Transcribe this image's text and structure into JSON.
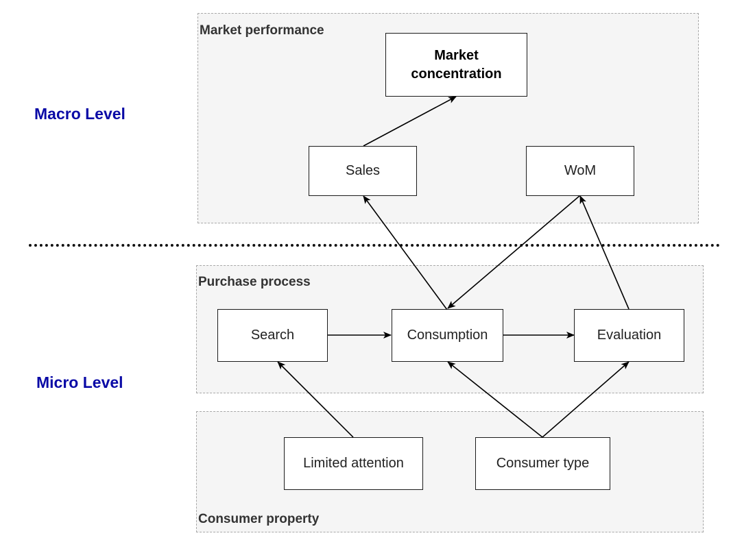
{
  "levels": {
    "macro": "Macro Level",
    "micro": "Micro Level"
  },
  "regions": {
    "market_performance": "Market performance",
    "purchase_process": "Purchase process",
    "consumer_property": "Consumer property"
  },
  "nodes": {
    "market_concentration": "Market concentration",
    "sales": "Sales",
    "wom": "WoM",
    "search": "Search",
    "consumption": "Consumption",
    "evaluation": "Evaluation",
    "limited_attention": "Limited attention",
    "consumer_type": "Consumer type"
  },
  "edges": [
    {
      "from": "sales",
      "to": "market_concentration"
    },
    {
      "from": "consumption",
      "to": "sales"
    },
    {
      "from": "wom",
      "to": "consumption"
    },
    {
      "from": "evaluation",
      "to": "wom"
    },
    {
      "from": "search",
      "to": "consumption"
    },
    {
      "from": "consumption",
      "to": "evaluation"
    },
    {
      "from": "limited_attention",
      "to": "search"
    },
    {
      "from": "consumer_type",
      "to": "consumption"
    },
    {
      "from": "consumer_type",
      "to": "evaluation"
    }
  ],
  "colors": {
    "level_label": "#0a0aa6",
    "region_fill": "#f5f5f5",
    "edge": "#000000"
  }
}
